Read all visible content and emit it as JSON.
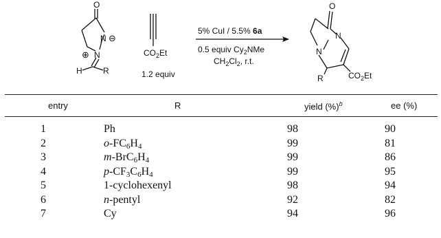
{
  "scheme": {
    "reagent_line1_prefix": "5% CuI / 5.5% ",
    "reagent_line1_ligand": "6a",
    "reagent_line2_prefix": "0.5 equiv Cy",
    "reagent_line2_sub": "2",
    "reagent_line2_suffix": "NMe",
    "reagent_line3_prefix": "CH",
    "reagent_line3_sub": "2",
    "reagent_line3_mid": "Cl",
    "reagent_line3_sub2": "2",
    "reagent_line3_suffix": ", r.t.",
    "alkyne_ester_prefix": "CO",
    "alkyne_ester_sub": "2",
    "alkyne_ester_suffix": "Et",
    "alkyne_equiv": "1.2 equiv",
    "product_ester_prefix": "CO",
    "product_ester_sub": "2",
    "product_ester_suffix": "Et",
    "atom_O": "O",
    "atom_N": "N",
    "atom_H": "H",
    "atom_R": "R",
    "charge_minus": "⊖",
    "charge_plus": "⊕"
  },
  "table": {
    "headers": {
      "entry": "entry",
      "r": "R",
      "yield": "yield (%)",
      "yield_footnote": "b",
      "ee": "ee (%)"
    },
    "rows": [
      {
        "entry": "1",
        "r_prefix": "",
        "r_main": "Ph",
        "r_sub1": "",
        "r_mid": "",
        "r_sub2": "",
        "r_end": "",
        "yield": "98",
        "ee": "90"
      },
      {
        "entry": "2",
        "r_prefix": "o",
        "r_main": "-FC",
        "r_sub1": "6",
        "r_mid": "H",
        "r_sub2": "4",
        "r_end": "",
        "yield": "99",
        "ee": "81"
      },
      {
        "entry": "3",
        "r_prefix": "m",
        "r_main": "-BrC",
        "r_sub1": "6",
        "r_mid": "H",
        "r_sub2": "4",
        "r_end": "",
        "yield": "99",
        "ee": "86"
      },
      {
        "entry": "4",
        "r_prefix": "p",
        "r_main": "-CF",
        "r_sub1": "3",
        "r_mid": "C",
        "r_sub2": "6",
        "r_end": "H",
        "r_sub3": "4",
        "yield": "99",
        "ee": "95"
      },
      {
        "entry": "5",
        "r_prefix": "",
        "r_main": "1-cyclohexenyl",
        "r_sub1": "",
        "r_mid": "",
        "r_sub2": "",
        "r_end": "",
        "yield": "98",
        "ee": "94"
      },
      {
        "entry": "6",
        "r_prefix": "n",
        "r_main": "-pentyl",
        "r_sub1": "",
        "r_mid": "",
        "r_sub2": "",
        "r_end": "",
        "yield": "92",
        "ee": "82"
      },
      {
        "entry": "7",
        "r_prefix": "",
        "r_main": "Cy",
        "r_sub1": "",
        "r_mid": "",
        "r_sub2": "",
        "r_end": "",
        "yield": "94",
        "ee": "96"
      }
    ]
  }
}
